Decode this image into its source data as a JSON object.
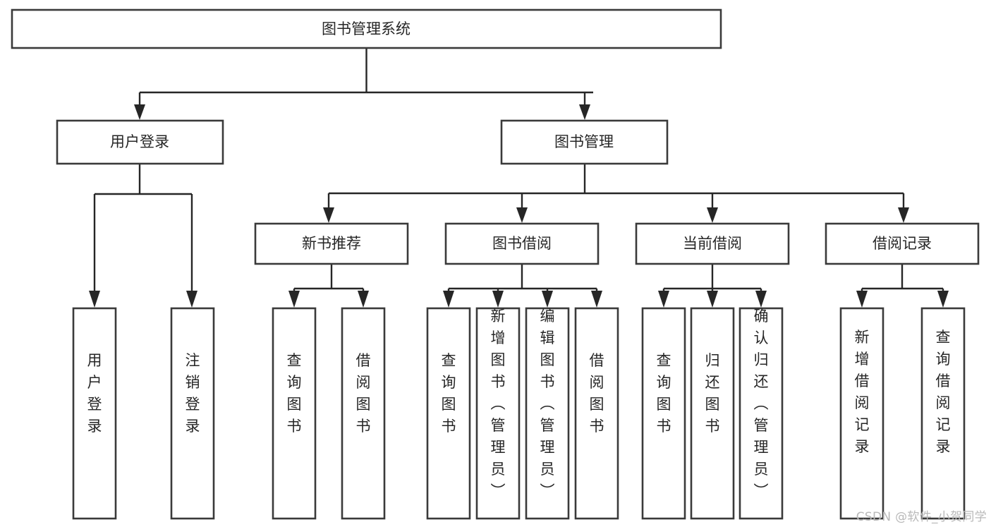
{
  "diagram": {
    "kind": "tree-hierarchy-chart",
    "title": "图书管理系统",
    "colors": {
      "box_stroke": "#3a3a3a",
      "box_fill": "#ffffff",
      "line": "#262626",
      "text": "#262626",
      "background": "#ffffff",
      "watermark": "#b9b9b9"
    },
    "nodes": {
      "root": {
        "label": "图书管理系统"
      },
      "level2": [
        {
          "label": "用户登录"
        },
        {
          "label": "图书管理"
        }
      ],
      "level3": [
        {
          "label": "新书推荐"
        },
        {
          "label": "图书借阅"
        },
        {
          "label": "当前借阅"
        },
        {
          "label": "借阅记录"
        }
      ],
      "leaves": {
        "user_login": [
          {
            "label": "用户登录"
          },
          {
            "label": "注销登录"
          }
        ],
        "new_book_recommend": [
          {
            "label": "查询图书"
          },
          {
            "label": "借阅图书"
          }
        ],
        "book_borrow": [
          {
            "label": "查询图书"
          },
          {
            "label": "新增图书（管理员）"
          },
          {
            "label": "编辑图书（管理员）"
          },
          {
            "label": "借阅图书"
          }
        ],
        "current_borrow": [
          {
            "label": "查询图书"
          },
          {
            "label": "归还图书"
          },
          {
            "label": "确认归还（管理员）"
          }
        ],
        "borrow_record": [
          {
            "label": "新增借阅记录"
          },
          {
            "label": "查询借阅记录"
          }
        ]
      }
    },
    "watermark": "CSDN @软件_小贺同学"
  }
}
